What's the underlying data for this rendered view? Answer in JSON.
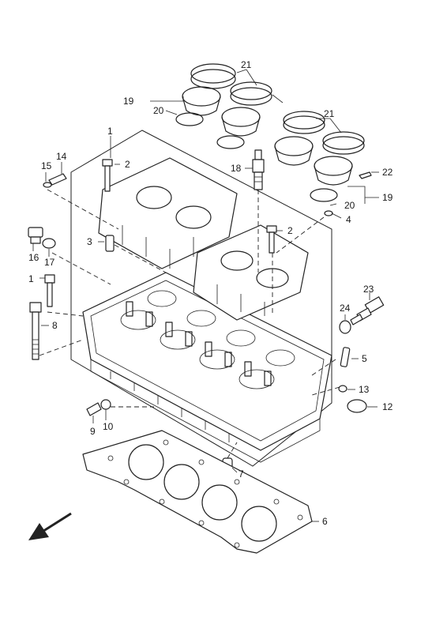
{
  "callouts": {
    "c1a": "1",
    "c1b": "1",
    "c2a": "2",
    "c2b": "2",
    "c3": "3",
    "c4": "4",
    "c5": "5",
    "c6": "6",
    "c7": "7",
    "c8": "8",
    "c9": "9",
    "c10": "10",
    "c12": "12",
    "c13": "13",
    "c14": "14",
    "c15": "15",
    "c16": "16",
    "c17": "17",
    "c18": "18",
    "c19a": "19",
    "c19b": "19",
    "c20a": "20",
    "c20b": "20",
    "c21a": "21",
    "c21b": "21",
    "c22": "22",
    "c23": "23",
    "c24": "24"
  },
  "icons": {
    "direction": "front-direction-arrow-icon"
  },
  "colors": {
    "line": "#222222",
    "background": "#ffffff"
  }
}
